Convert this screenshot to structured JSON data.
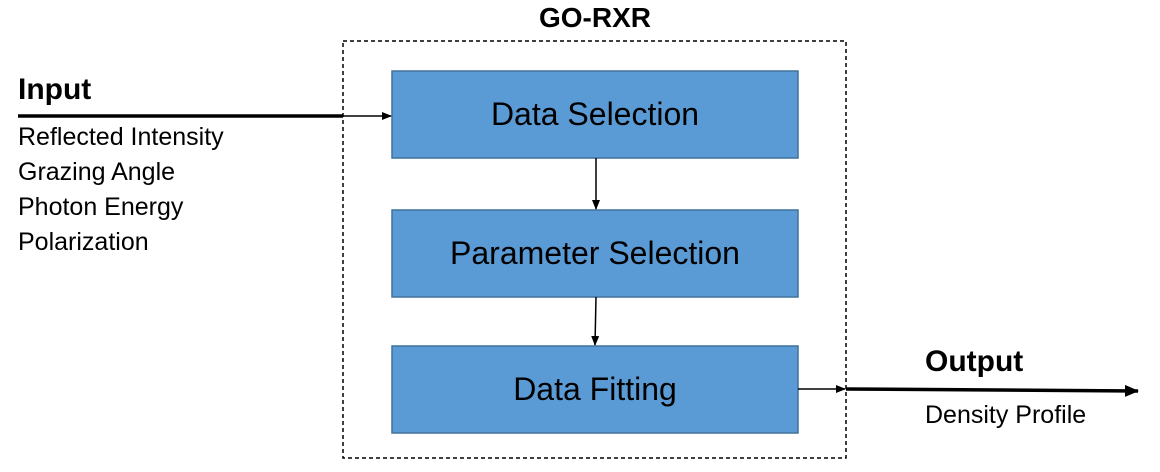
{
  "title": "GO-RXR",
  "colors": {
    "box_fill": "#5b9bd5",
    "box_border": "#41719c",
    "line": "#000000",
    "container_border": "#000000"
  },
  "steps": [
    {
      "label": "Data Selection"
    },
    {
      "label": "Parameter Selection"
    },
    {
      "label": "Data Fitting"
    }
  ],
  "input": {
    "heading": "Input",
    "items": [
      "Reflected Intensity",
      "Grazing Angle",
      "Photon Energy",
      "Polarization"
    ]
  },
  "output": {
    "heading": "Output",
    "items": [
      "Density Profile"
    ]
  }
}
